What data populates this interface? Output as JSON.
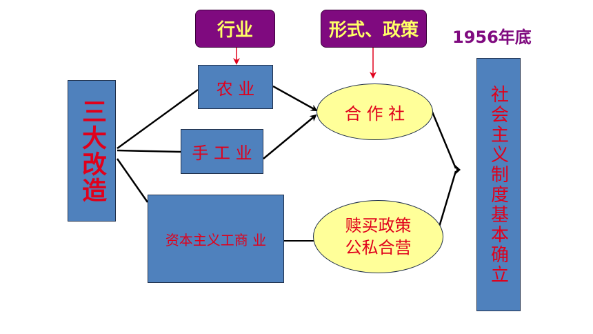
{
  "diagram": {
    "left_box": "三大改造",
    "tags": {
      "industry": "行业",
      "form_policy": "形式、政策"
    },
    "boxes": {
      "agriculture": "农 业",
      "handicraft": "手 工 业",
      "capitalist": "资本主义工商 业"
    },
    "ovals": {
      "cooperative": "合 作 社",
      "redemption": "赎买政策\n公私合营"
    },
    "year": "1956年底",
    "result": "社会主义制度基本确立"
  },
  "colors": {
    "box_fill": "#4f81bd",
    "box_text": "#e0001b",
    "tag_fill": "#7f0a7f",
    "tag_text": "#ffff66",
    "oval_fill": "#ffff99",
    "arrow": "#000000",
    "pointer": "#e0001b"
  }
}
